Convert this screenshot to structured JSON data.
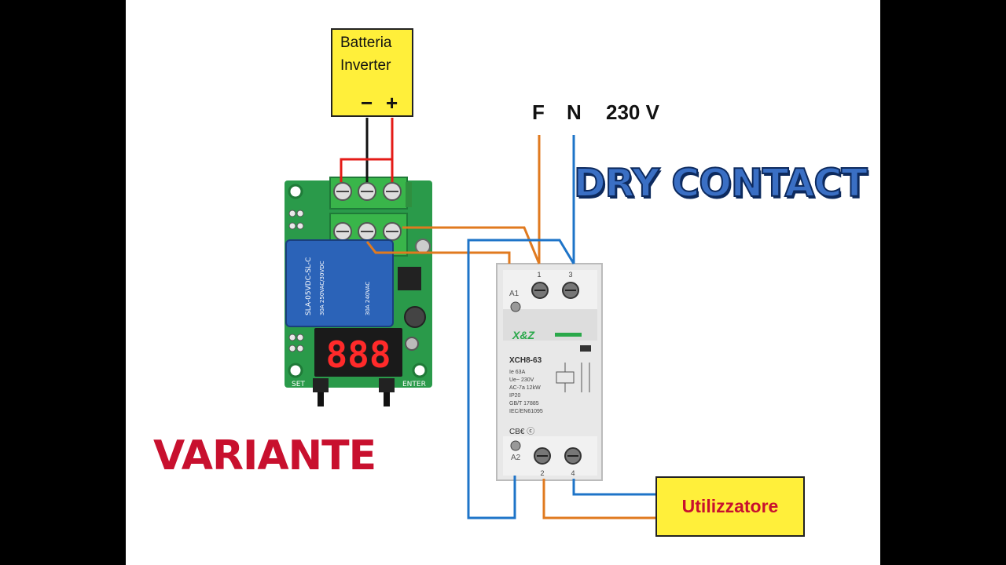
{
  "battery": {
    "label": "Batteria\nInverter",
    "minus": "−",
    "plus": "+"
  },
  "supply": {
    "phase": "F",
    "neutral": "N",
    "voltage": "230 V"
  },
  "heading": "DRY CONTACT",
  "variant_label": "VARIANTE",
  "load": {
    "label": "Utilizzatore"
  },
  "relay_module": {
    "display": "888",
    "button_left": "SET",
    "button_right": "ENTER",
    "relay_text": "SLA-05VDC-SL-C",
    "relay_rating_1": "30A 250VAC/30VDC",
    "relay_rating_2": "30A 240VAC"
  },
  "contactor": {
    "brand": "X&Z",
    "model": "XCH8-63",
    "specs": [
      "Ie        63A",
      "Ue~      230V",
      "AC-7a  12kW",
      "IP20",
      "GB/T 17885",
      "IEC/EN61095"
    ],
    "marks": "CB€ ⓒ",
    "terminal_1": "1",
    "terminal_2": "2",
    "terminal_3": "3",
    "terminal_4": "4",
    "a1": "A1",
    "a2": "A2"
  },
  "colors": {
    "wire_red": "#e41b17",
    "wire_black": "#111111",
    "wire_orange": "#e07a1f",
    "wire_blue": "#1e74c8",
    "box_yellow": "#ffef3a",
    "pcb_green": "#2a9a4a",
    "terminal_green": "#39b54a",
    "relay_blue": "#2b63b8",
    "text_red": "#c8102e"
  }
}
